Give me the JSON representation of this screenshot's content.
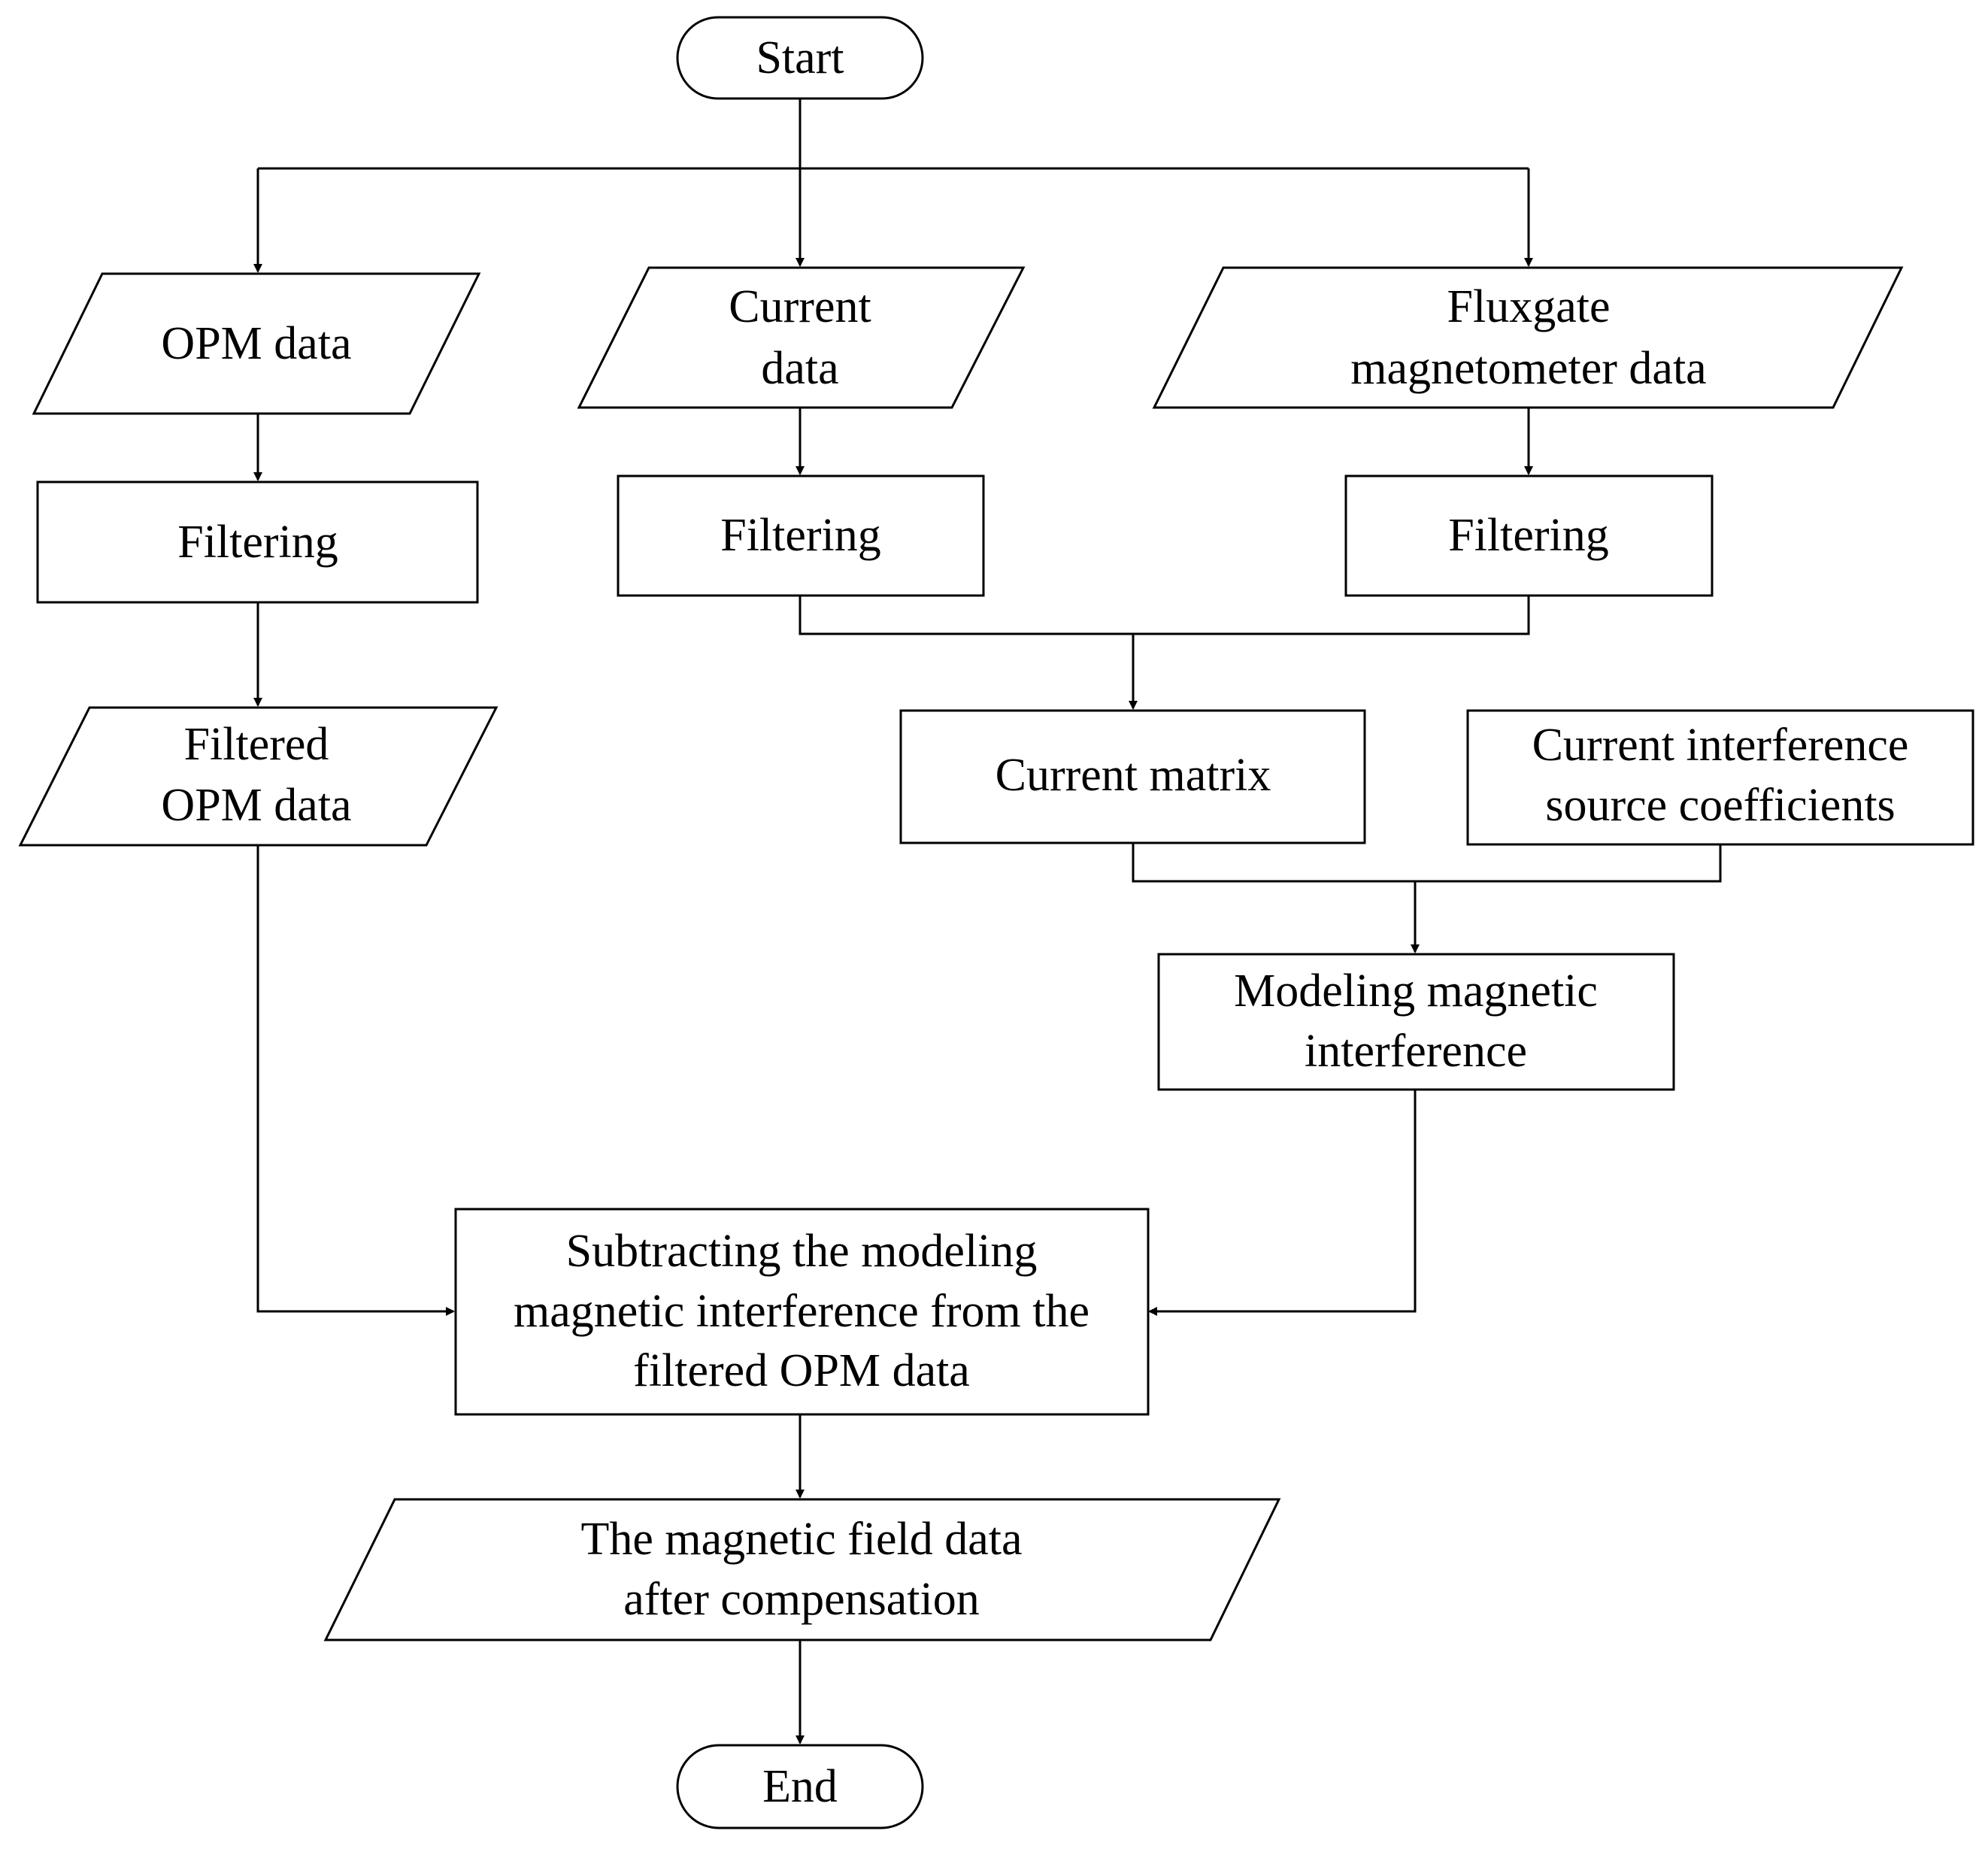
{
  "nodes": {
    "start": "Start",
    "opm_data": "OPM data",
    "current_data": [
      "Current",
      "data"
    ],
    "fluxgate_data": [
      "Fluxgate",
      "magnetometer data"
    ],
    "filtering_opm": "Filtering",
    "filtering_current": "Filtering",
    "filtering_fluxgate": "Filtering",
    "filtered_opm": [
      "Filtered",
      "OPM data"
    ],
    "current_matrix": "Current matrix",
    "coefficients": [
      "Current interference",
      "source coefficients"
    ],
    "modeling": [
      "Modeling magnetic",
      "interference"
    ],
    "subtracting": [
      "Subtracting the modeling",
      "magnetic interference from the",
      "filtered OPM data"
    ],
    "result": [
      "The magnetic field data",
      "after compensation"
    ],
    "end": "End"
  },
  "colors": {
    "stroke": "#000000",
    "fill": "#ffffff",
    "text": "#000000"
  }
}
